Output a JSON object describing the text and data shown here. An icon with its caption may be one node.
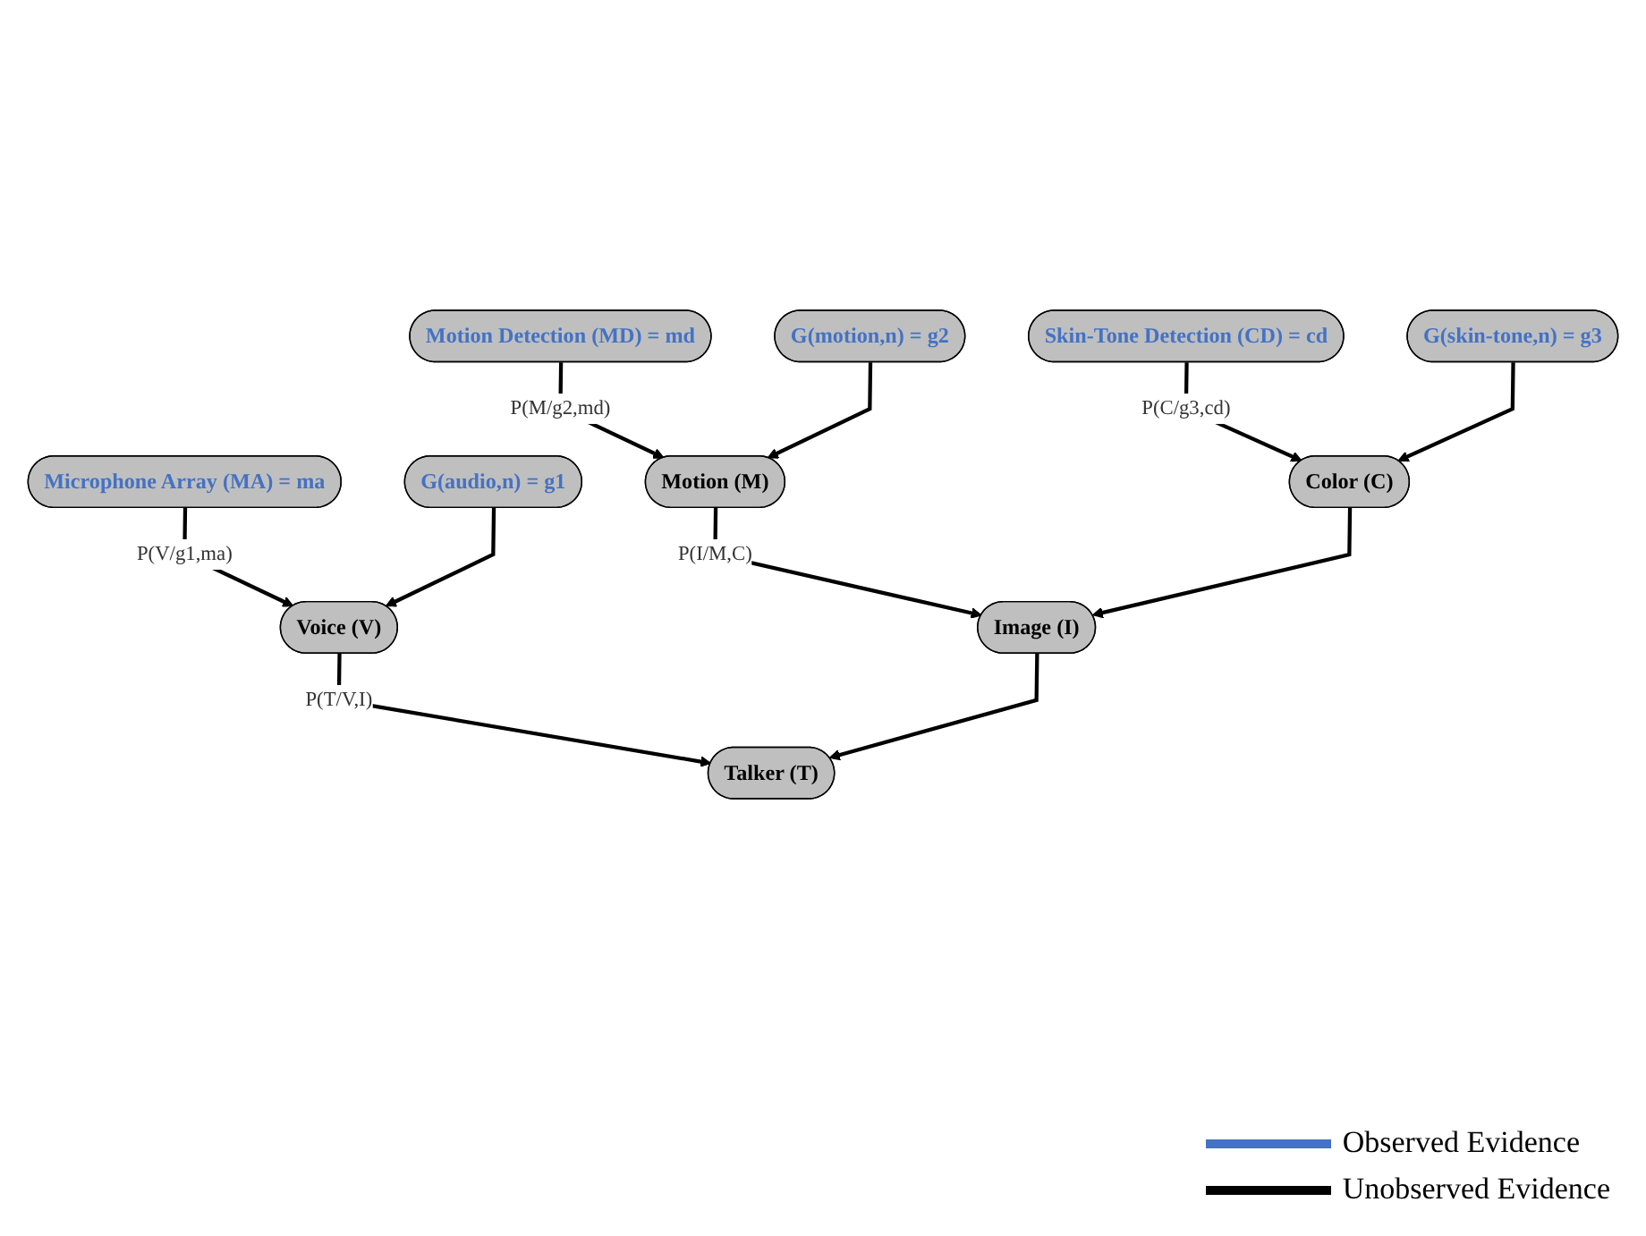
{
  "diagram": {
    "nodes": [
      {
        "text": [
          "Microphone Array (MA) = ma"
        ]
      },
      {
        "text": [
          "Motion Detection (MD) = md"
        ]
      },
      {
        "text": [
          "Skin-Tone Detection (CD) = cd"
        ]
      },
      {
        "text": [
          "G(audio,n) = g1"
        ]
      },
      {
        "text": [
          "G(motion,n) = g2"
        ]
      },
      {
        "text": [
          "G(skin-tone,n) = g3"
        ]
      },
      {
        "text": [
          "Motion (M)"
        ]
      },
      {
        "text": [
          "Color (C)"
        ]
      },
      {
        "text": [
          "Voice (V)"
        ]
      },
      {
        "text": [
          "Image (I)"
        ]
      },
      {
        "text": [
          "Talker (T)"
        ]
      }
    ],
    "edges": [
      {
        "from": 0,
        "to": 8,
        "arrow": "to",
        "label": "P(V/g1,ma)"
      },
      {
        "from": 3,
        "to": 8,
        "arrow": "to"
      },
      {
        "from": 1,
        "to": 6,
        "arrow": "to",
        "label": "P(M/g2,md)"
      },
      {
        "from": 4,
        "to": 6,
        "arrow": "to"
      },
      {
        "from": 2,
        "to": 7,
        "arrow": "to",
        "label": "P(C/g3,cd)"
      },
      {
        "from": 5,
        "to": 7,
        "arrow": "to"
      },
      {
        "from": 6,
        "to": 9,
        "arrow": "to",
        "label": "P(I/M,C)"
      },
      {
        "from": 7,
        "to": 9,
        "arrow": "to"
      },
      {
        "from": 8,
        "to": 10,
        "arrow": "to",
        "label": "P(T/V,I)"
      },
      {
        "from": 9,
        "to": 10,
        "arrow": "to"
      }
    ],
    "legend": [
      {
        "text": "Observed Evidence",
        "color": "#4472c4"
      },
      {
        "text": "Unobserved Evidence",
        "color": "#000000"
      }
    ]
  }
}
